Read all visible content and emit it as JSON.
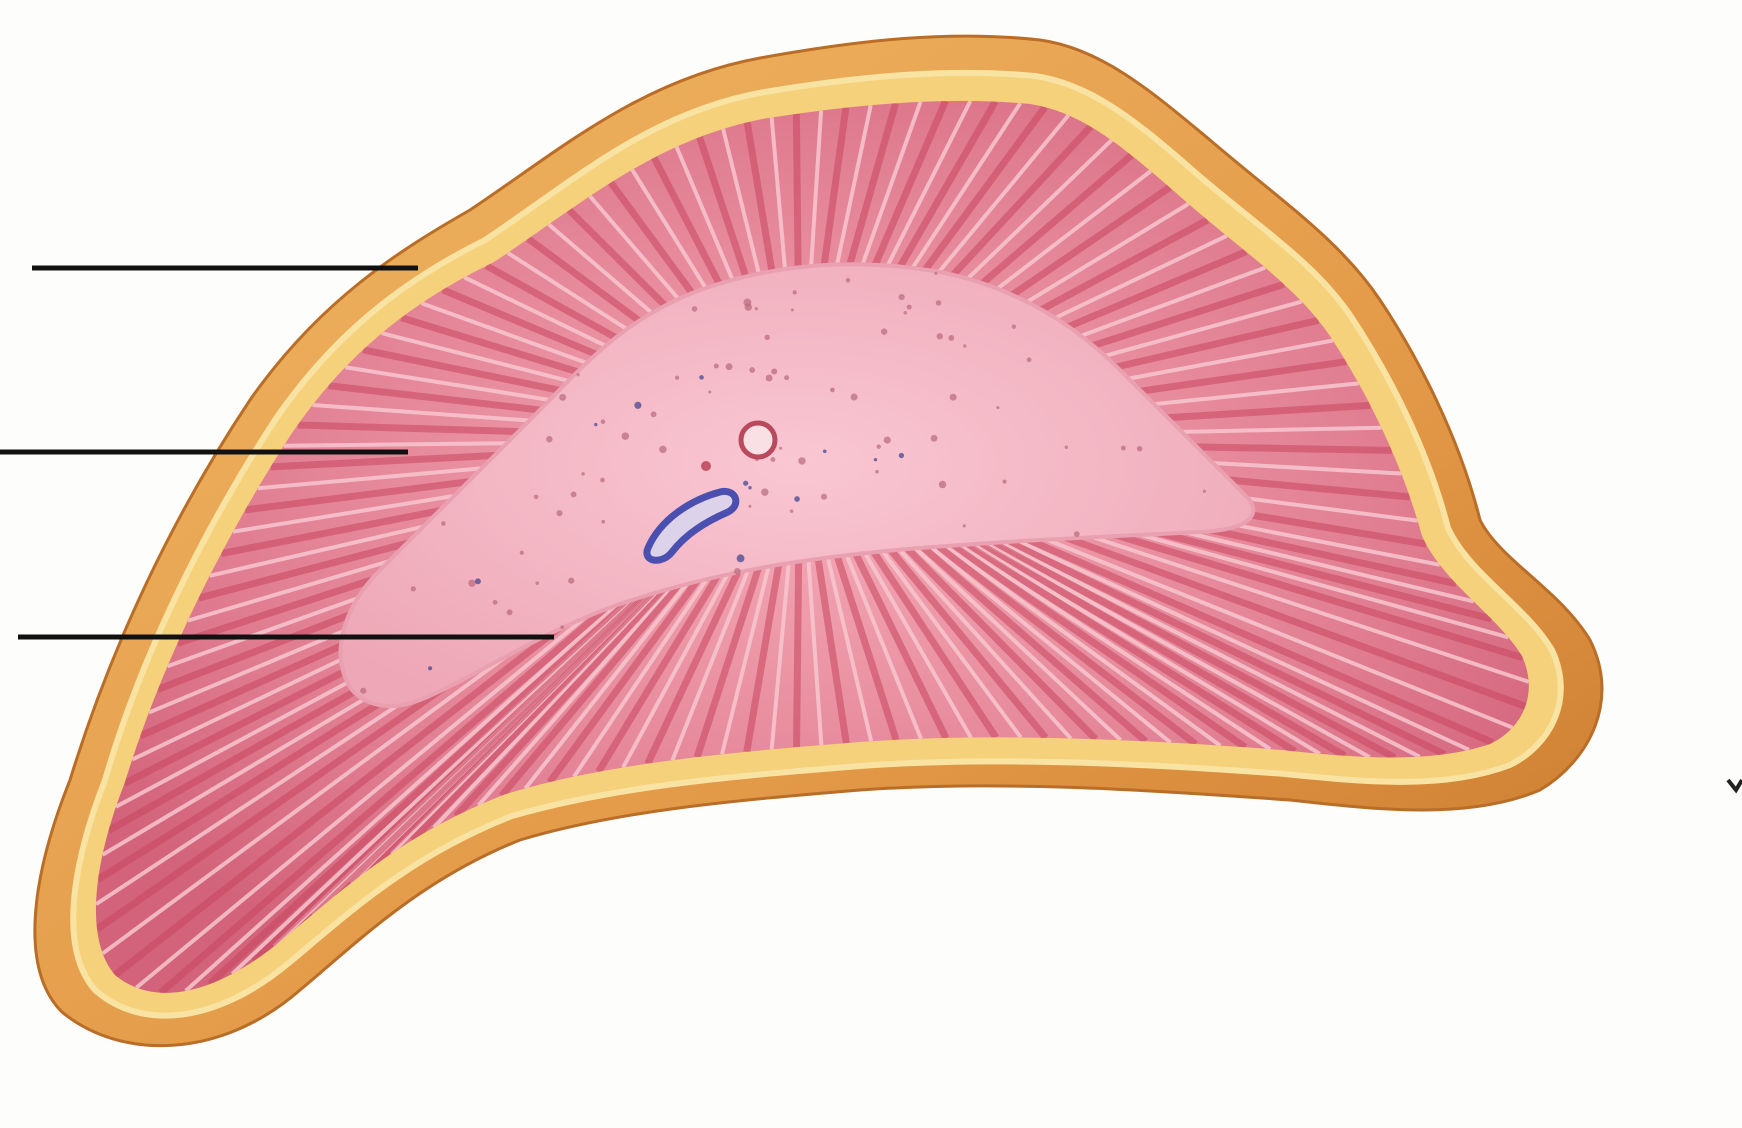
{
  "image": {
    "subject": "adrenal-gland-cross-section",
    "colors": {
      "background": "#fdfdfc",
      "capsule_outer": "#e9a64c",
      "capsule_shadow": "#c97a2e",
      "capsule_highlight": "#f7dd8e",
      "cortex_base": "#e58a9a",
      "cortex_stripe_dark": "#c8455f",
      "cortex_stripe_light": "#f7c7cf",
      "medulla": "#f3b5c2",
      "medulla_speckle": "#b8697c",
      "vessel_blue": "#4a4fb0",
      "leader_line": "#111111"
    }
  },
  "labels": [
    {
      "id": "capsule",
      "text": ""
    },
    {
      "id": "cortex",
      "text": ""
    },
    {
      "id": "medulla",
      "text": ""
    }
  ]
}
